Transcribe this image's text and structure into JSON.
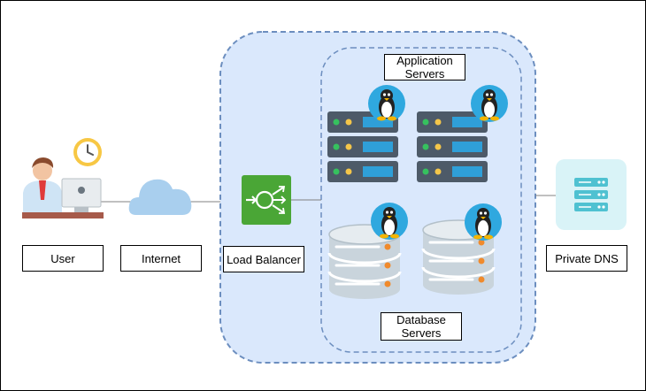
{
  "labels": {
    "user": "User",
    "internet": "Internet",
    "load_balancer": "Load Balancer",
    "application_servers": [
      "Application",
      "Servers"
    ],
    "database_servers": [
      "Database",
      "Servers"
    ],
    "private_dns": "Private DNS"
  },
  "colors": {
    "outer_group_fill": "#dae8fc",
    "group_border": "#6c8ebf",
    "cloud": "#a9cfee",
    "load_balancer": "#4aa636",
    "server_body": "#4d5a68",
    "server_panel": "#2f9fd8",
    "server_led_green": "#36c15e",
    "server_led_yellow": "#f4c64a",
    "database_body": "#c9d4dc",
    "database_dot": "#f08a2c",
    "dns_background": "#d9f3f7",
    "dns_icon": "#4fc1d1",
    "linux_badge": "#2fa8df"
  },
  "icons": {
    "user": "user-at-desk-icon",
    "clock": "clock-icon",
    "internet": "cloud-icon",
    "load_balancer": "load-balancer-icon",
    "application_server": "server-rack-icon",
    "database_server": "database-icon",
    "linux": "linux-tux-icon",
    "private_dns": "dns-server-icon"
  }
}
